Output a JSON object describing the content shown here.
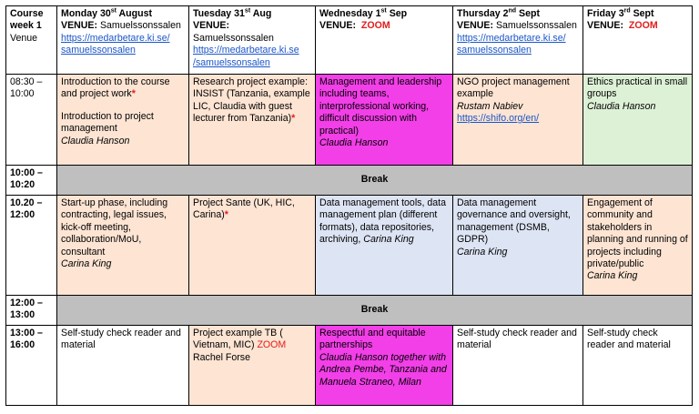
{
  "header": {
    "corner": {
      "line1": "Course",
      "line2": "week 1",
      "line3": "Venue"
    },
    "days": [
      {
        "day_pre": "Monday 30",
        "sup": "st",
        "day_post": " August",
        "venue_label": "VENUE:",
        "venue": " Samuelssonssalen",
        "link": "https://medarbetare.ki.se/samuelssonsalen",
        "link_line1": "https://medarbetare.ki.se/",
        "link_line2": "samuelssonsalen"
      },
      {
        "day_pre": "Tuesday 31",
        "sup": "st",
        "day_post": " Aug",
        "venue_label": "VENUE:",
        "venue": " Samuelssonssalen",
        "link": "https://medarbetare.ki.se/samuelssonsalen",
        "link_line1": "https://medarbetare.ki.se",
        "link_line2": "/samuelssonsalen"
      },
      {
        "day_pre": "Wednesday 1",
        "sup": "st",
        "day_post": " Sep",
        "venue_label": "VENUE:",
        "venue": "ZOOM"
      },
      {
        "day_pre": "Thursday 2",
        "sup": "nd",
        "day_post": " Sept",
        "venue_label": "VENUE:",
        "venue": " Samuelssonssalen",
        "link": "https://medarbetare.ki.se/samuelssonsalen",
        "link_line1": "https://medarbetare.ki.se/",
        "link_line2": "samuelssonsalen"
      },
      {
        "day_pre": "Friday 3",
        "sup": "rd",
        "day_post": " Sept",
        "venue_label": "VENUE:",
        "venue": "ZOOM"
      }
    ]
  },
  "slots": {
    "s1": {
      "time1": "08:30 –",
      "time2": "10:00"
    },
    "b1": {
      "time1": "10:00 –",
      "time2": "10:20",
      "label": "Break"
    },
    "s2": {
      "time1": "10.20 –",
      "time2": "12:00"
    },
    "b2": {
      "time1": "12:00 –",
      "time2": "13:00",
      "label": "Break"
    },
    "s3": {
      "time1": "13:00 –",
      "time2": "16:00"
    }
  },
  "row1": {
    "mon": {
      "text1": "Introduction to the course and project work",
      "star": "*",
      "text2": "Introduction to project management",
      "person": "Claudia Hanson"
    },
    "tue": {
      "text": "Research project example: INSIST (Tanzania, example LIC, Claudia with guest lecturer from Tanzania)",
      "star": "*"
    },
    "wed": {
      "text": "Management and leadership including teams, interprofessional working, difficult discussion with practical)",
      "person": "Claudia Hanson"
    },
    "thu": {
      "text": "NGO project management example",
      "person": "Rustam Nabiev",
      "link": "https://shifo.org/en/"
    },
    "fri": {
      "text": "Ethics practical in small groups",
      "person": "Claudia Hanson"
    }
  },
  "row2": {
    "mon": {
      "text": "Start-up phase, including contracting, legal issues, kick-off meeting, collaboration/MoU, consultant",
      "person": "Carina King"
    },
    "tue": {
      "text": "Project Sante (UK, HIC, Carina)",
      "star": "*"
    },
    "wed": {
      "text": "Data management tools, data management plan (different formats), data repositories, archiving,",
      "person": "Carina King"
    },
    "thu": {
      "text": "Data management governance and oversight, management (DSMB, GDPR)",
      "person": "Carina King"
    },
    "fri": {
      "text": "Engagement of community and stakeholders in planning and running of projects including private/public",
      "person": "Carina King"
    }
  },
  "row3": {
    "mon": {
      "text": "Self-study check reader and material"
    },
    "tue": {
      "text": "Project example TB ( Vietnam, MIC) ",
      "zoom": "ZOOM",
      "person": "Rachel Forse"
    },
    "wed": {
      "text": "Respectful and equitable partnerships",
      "person": "Claudia Hanson together with Andrea Pembe, Tanzania and Manuela Straneo, Milan"
    },
    "thu": {
      "text": "Self-study check reader and material"
    },
    "fri": {
      "text": "Self-study check reader and material"
    }
  }
}
